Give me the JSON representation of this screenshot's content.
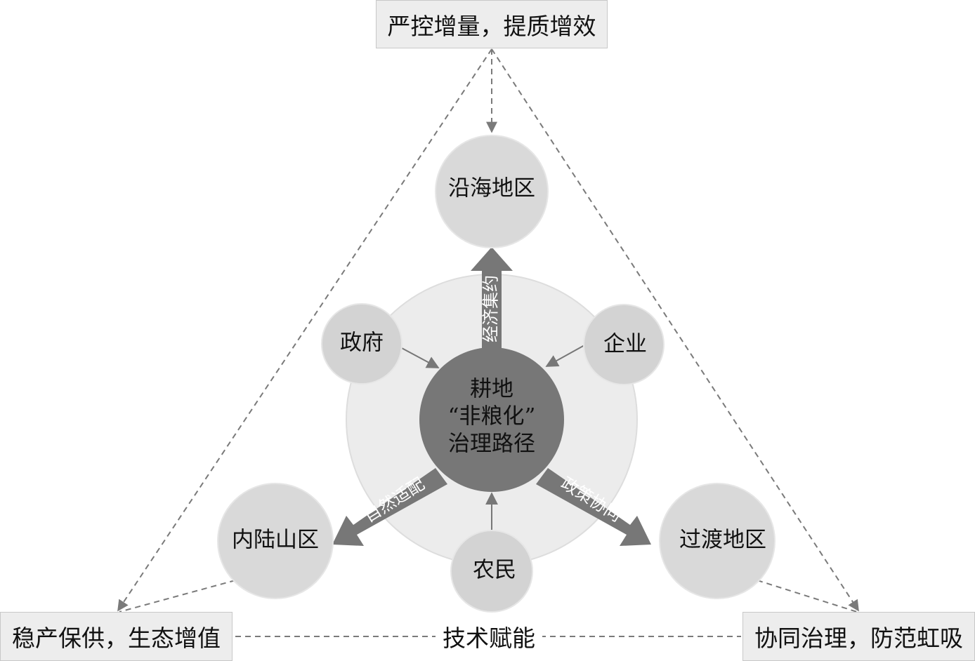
{
  "goals": {
    "top": "严控增量，提质增效",
    "bottom_left": "稳产保供，生态增值",
    "bottom_right": "协同治理，防范虹吸"
  },
  "regions": {
    "coastal": "沿海地区",
    "inland": "内陆山区",
    "transition": "过渡地区"
  },
  "actors": {
    "government": "政府",
    "enterprise": "企业",
    "farmer": "农民"
  },
  "core": {
    "line1": "耕地",
    "line2": "“非粮化”",
    "line3": "治理路径"
  },
  "paths": {
    "economic": "经济集约",
    "natural": "自然适配",
    "policy": "政策协同"
  },
  "enabler": "技术赋能",
  "colors": {
    "core_fill": "#777777",
    "arrow_fill": "#777777",
    "region_fill": "#d9d9d9",
    "actor_fill": "#d3d3d3",
    "background_disc": "#ececec",
    "dashed_line": "#7a7a7a"
  }
}
